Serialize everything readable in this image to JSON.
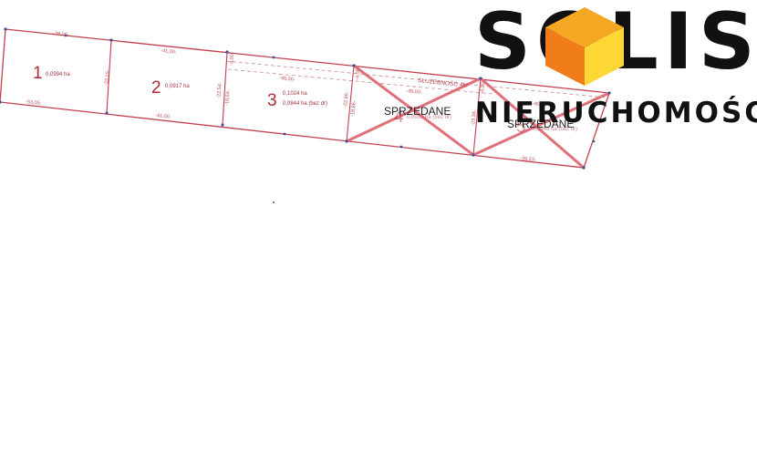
{
  "plots": [
    {
      "number": "1",
      "area": "0,0994 ha",
      "area2": ""
    },
    {
      "number": "2",
      "area": "0,0917 ha",
      "area2": ""
    },
    {
      "number": "3",
      "area": "0,1024 ha",
      "area2": "0,0844 ha (bez dr)"
    },
    {
      "number": "4",
      "area": "0,0937 ha (bez dr)",
      "area2": ""
    },
    {
      "number": "5",
      "area": "0,0648 ha (bez dr)",
      "area2": ""
    }
  ],
  "dimensions": {
    "d1_top": "-38,00-",
    "d1_bottom": "-53,05-",
    "d2_top": "-41,00-",
    "d2_bottom": "-41,00-",
    "d3_top": "-45,00-",
    "d4_top": "-45,00-",
    "d5_top": "-45,00-",
    "d5_bottom": "-39,33-",
    "v12": "-22,15-",
    "v23a": "-22,54-",
    "v23b": "-18,54-",
    "v23c": "-4,00-",
    "v34a": "-22,86-",
    "v34b": "-18,86-",
    "v34c": "-4,00-",
    "v45a": "-23,38-",
    "v45b": "-4,00-"
  },
  "easement_label": "SŁUŻEBNOŚĆ 4M",
  "sold_labels": [
    "SPRZEDANE",
    "SPRZEDANE"
  ],
  "logo": {
    "word": "SOLIS",
    "subtitle": "NIERUCHOMOŚCI",
    "cube_colors": [
      "#f5a623",
      "#f07d1a",
      "#fdd835"
    ]
  },
  "colors": {
    "boundary": "#c5404e",
    "cross": "#e0707a",
    "point": "#3a4f9a"
  }
}
